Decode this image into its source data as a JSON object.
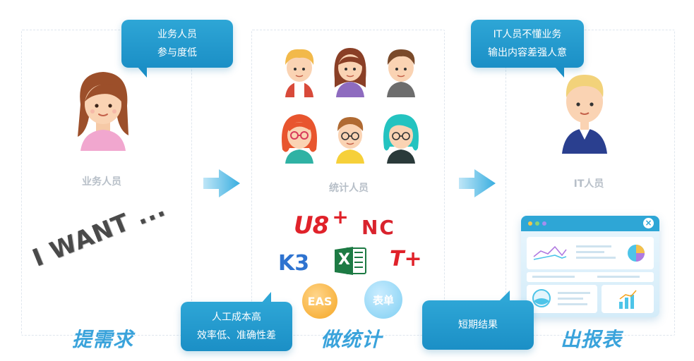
{
  "panels": {
    "left": {
      "bubble": [
        "业务人员",
        "参与度低"
      ],
      "role_label": "业务人员",
      "want_text": "I WANT ...",
      "step_title": "提需求"
    },
    "middle": {
      "role_label": "统计人员",
      "step_title": "做统计",
      "bubble": [
        "人工成本高",
        "效率低、准确性差"
      ],
      "logos": {
        "u8": "U8",
        "u8_plus": "+",
        "nc": "NC",
        "k3": "K3",
        "excel": "X",
        "tplus": "T+",
        "eas": "EAS",
        "biaodan": "表单"
      }
    },
    "right": {
      "bubble": [
        "IT人员不懂业务",
        "输出内容差强人意"
      ],
      "role_label": "IT人员",
      "step_title": "出报表",
      "result_bubble": "短期结果"
    }
  },
  "colors": {
    "accent": "#2ea6d6",
    "title": "#3aa3db",
    "label_gray": "#b7bfc8",
    "u8_red": "#e0222a",
    "nc_red": "#d9232d",
    "excel_green": "#1d7a44",
    "k3_blue": "#2e73d0",
    "eas_orange": "#f5a623"
  },
  "icons": {
    "arrow": "chevron-right-arrow-icon",
    "close": "close-icon"
  }
}
